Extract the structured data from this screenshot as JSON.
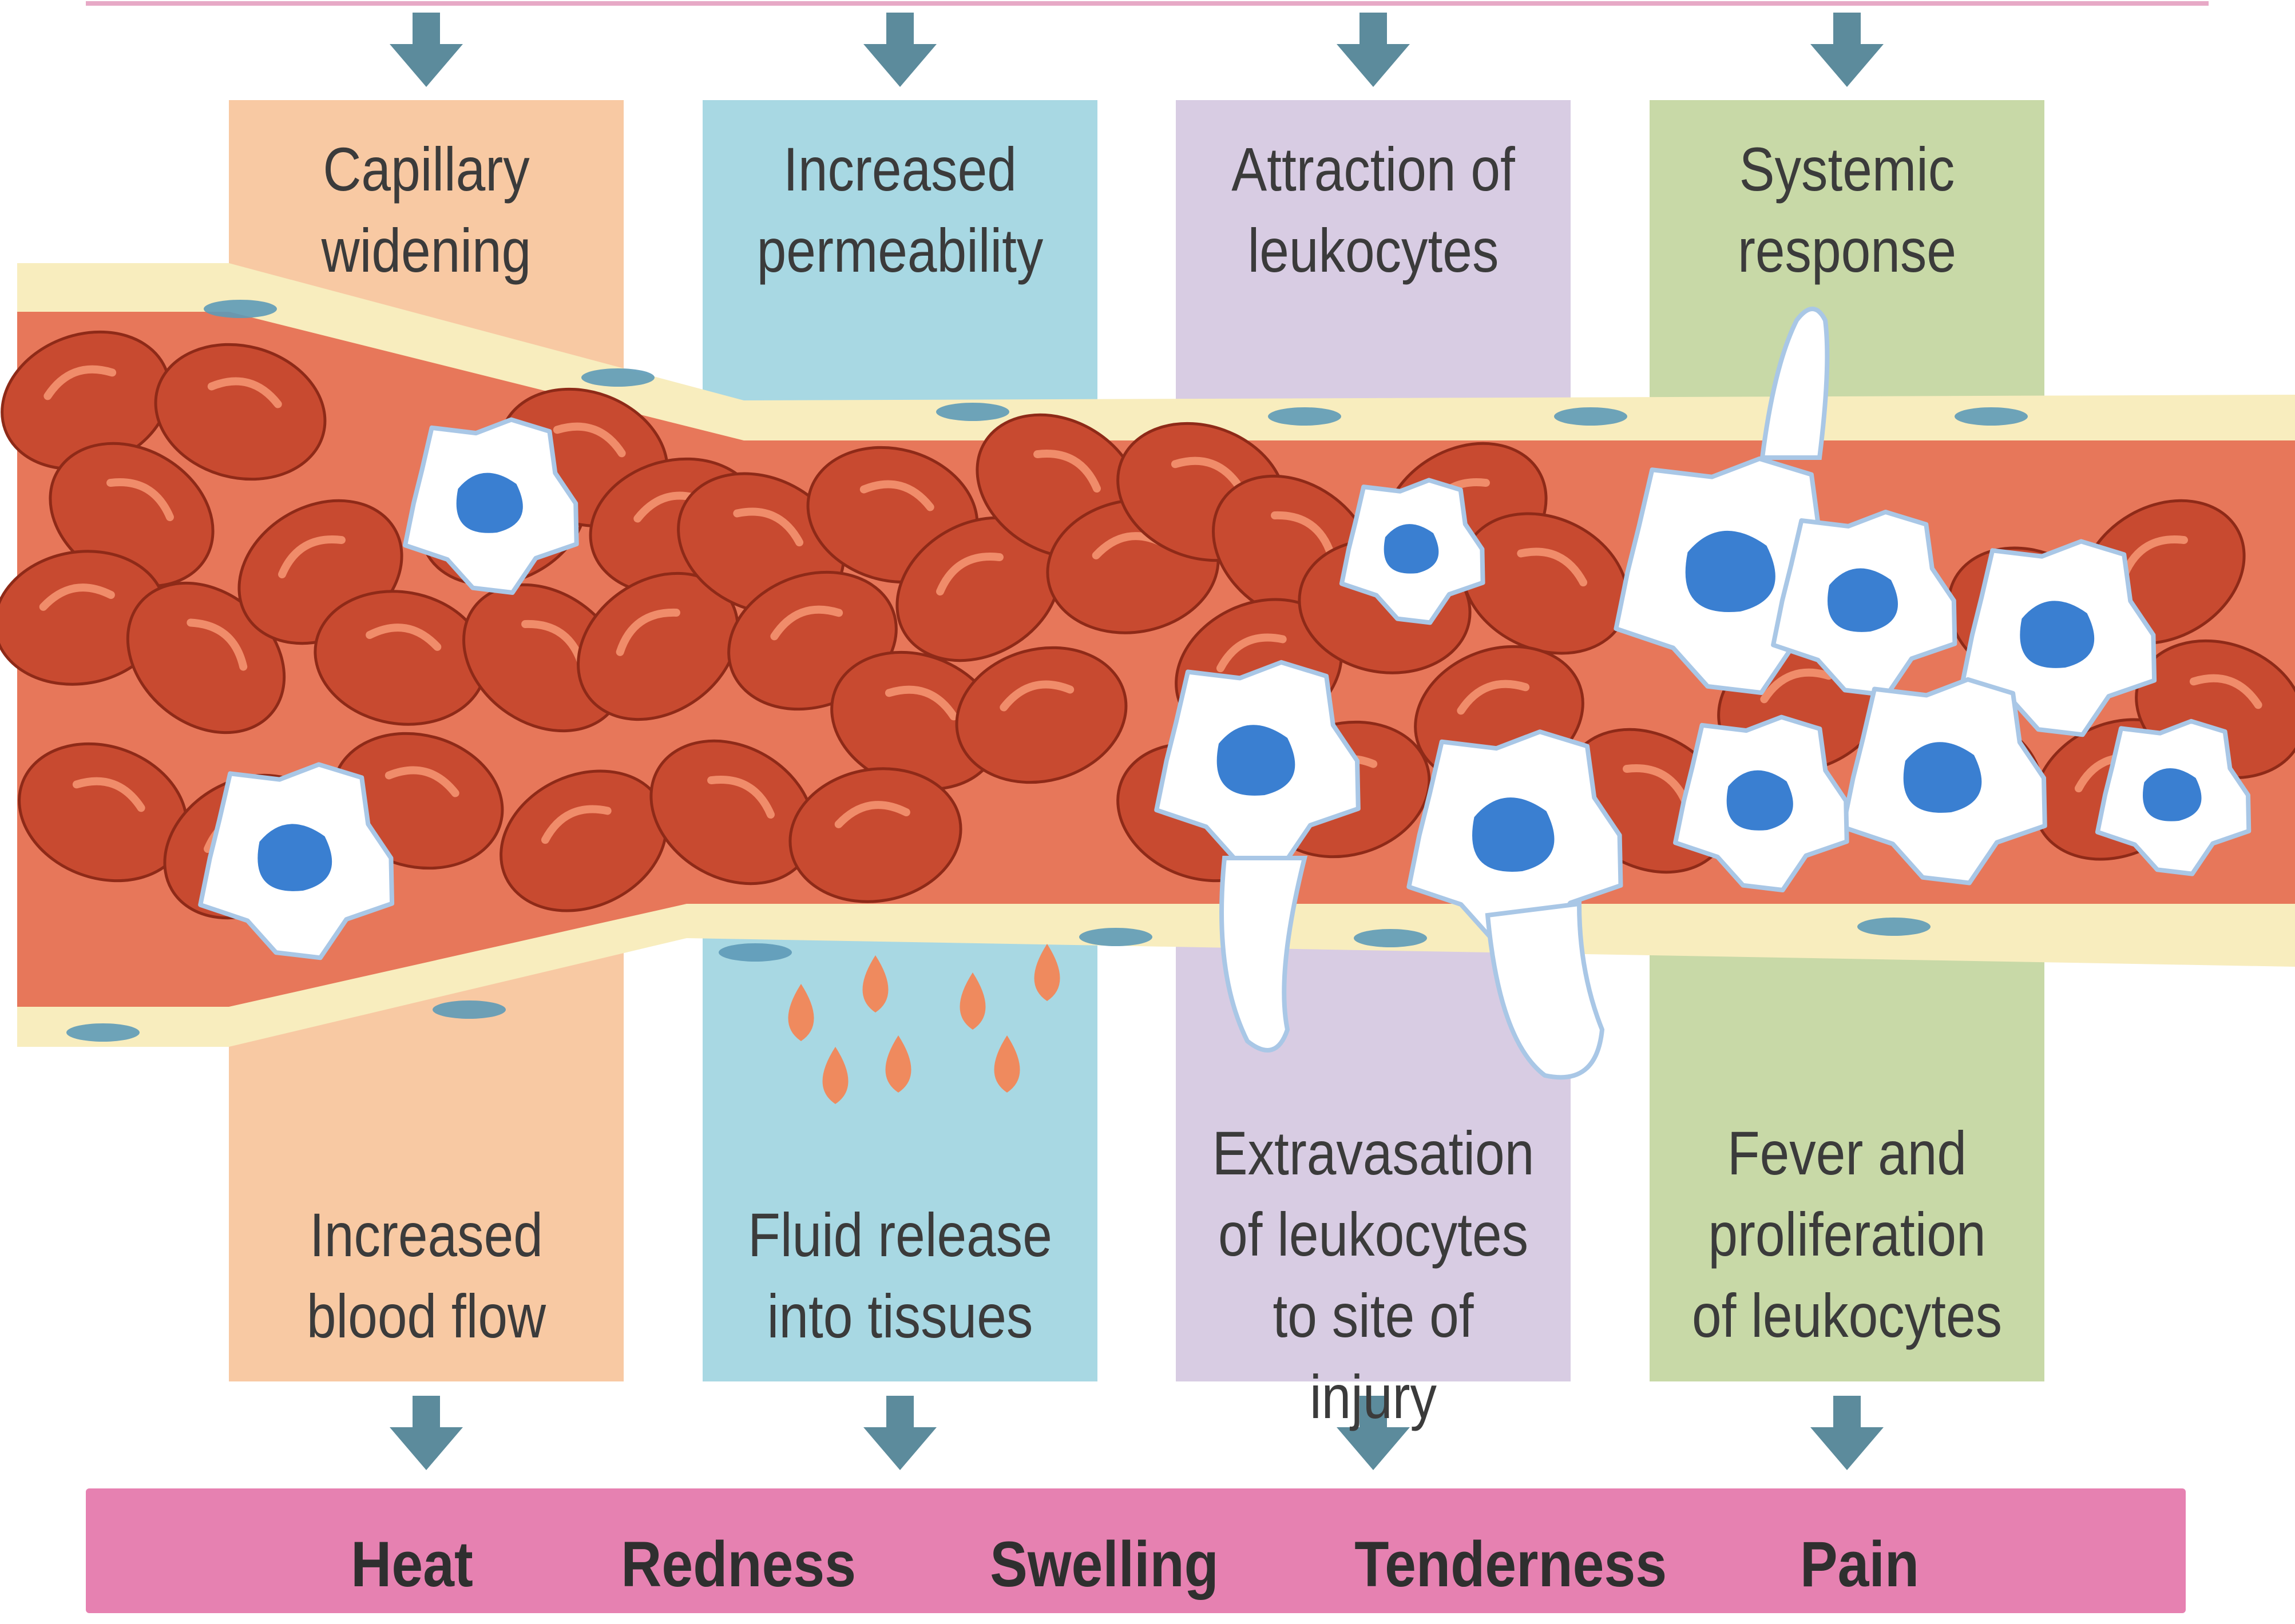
{
  "diagram": {
    "colors": {
      "capillary_widening": "#f8c9a3",
      "increased_permeability": "#a8d8e3",
      "attraction_of_leukocytes": "#d8cce3",
      "systemic_response": "#c8d9a7",
      "symptom_bar": "#e681b1",
      "arrow": "#5c8b9c",
      "vessel_wall": "#f8edbe",
      "plasma": "#e7775a",
      "red_cell": "#c84a30",
      "leukocyte": "#ffffff",
      "nucleus": "#3a7fd1",
      "fluid_drop": "#ef8a5e"
    },
    "stages": [
      {
        "title": [
          "Capillary",
          "widening"
        ],
        "result": [
          "Increased",
          "blood flow"
        ]
      },
      {
        "title": [
          "Increased",
          "permeability"
        ],
        "result": [
          "Fluid release",
          "into tissues"
        ]
      },
      {
        "title": [
          "Attraction of",
          "leukocytes"
        ],
        "result": [
          "Extravasation",
          "of leukocytes",
          "to site of injury"
        ]
      },
      {
        "title": [
          "Systemic",
          "response"
        ],
        "result": [
          "Fever and",
          "proliferation",
          "of leukocytes"
        ]
      }
    ],
    "symptoms": [
      "Heat",
      "Redness",
      "Swelling",
      "Tenderness",
      "Pain"
    ]
  }
}
